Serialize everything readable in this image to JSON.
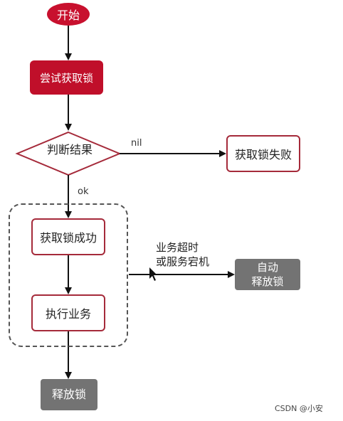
{
  "nodes": {
    "start": "开始",
    "try_lock": "尝试获取锁",
    "judge": "判断结果",
    "lock_fail": "获取锁失败",
    "lock_success": "获取锁成功",
    "execute_business": "执行业务",
    "auto_release_line1": "自动",
    "auto_release_line2": "释放锁",
    "release_lock": "释放锁"
  },
  "edges": {
    "nil": "nil",
    "ok": "ok",
    "timeout_line1": "业务超时",
    "timeout_line2": "或服务宕机"
  },
  "watermark": "CSDN @小安"
}
